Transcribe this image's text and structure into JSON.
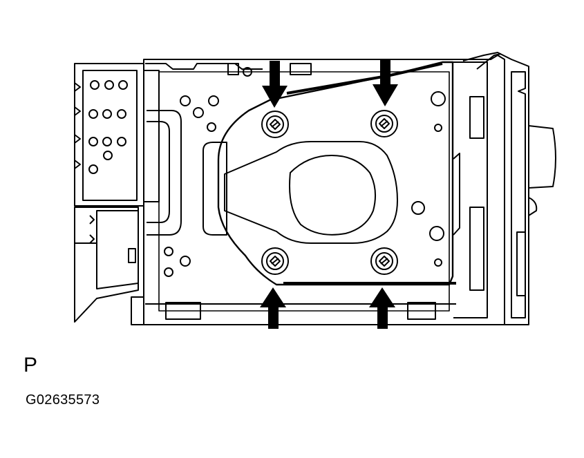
{
  "figure": {
    "view_label": "P",
    "code": "G02635573"
  },
  "colors": {
    "ink": "#000000",
    "paper": "#ffffff"
  },
  "fasteners": [
    {
      "id": "bolt-top-left",
      "arrow": "down"
    },
    {
      "id": "bolt-top-right",
      "arrow": "down"
    },
    {
      "id": "bolt-bottom-left",
      "arrow": "up"
    },
    {
      "id": "bolt-bottom-right",
      "arrow": "up"
    }
  ]
}
